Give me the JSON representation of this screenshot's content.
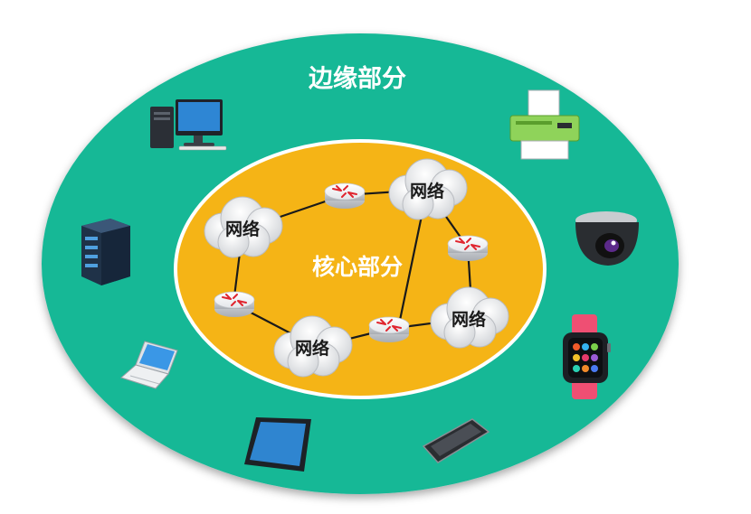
{
  "edge_title": "边缘部分",
  "core_title": "核心部分",
  "clouds": {
    "top": "网络",
    "left": "网络",
    "bottom": "网络",
    "right": "网络"
  },
  "colors": {
    "edge": "#14b896",
    "core": "#f5b416",
    "label": "#ffffff"
  }
}
